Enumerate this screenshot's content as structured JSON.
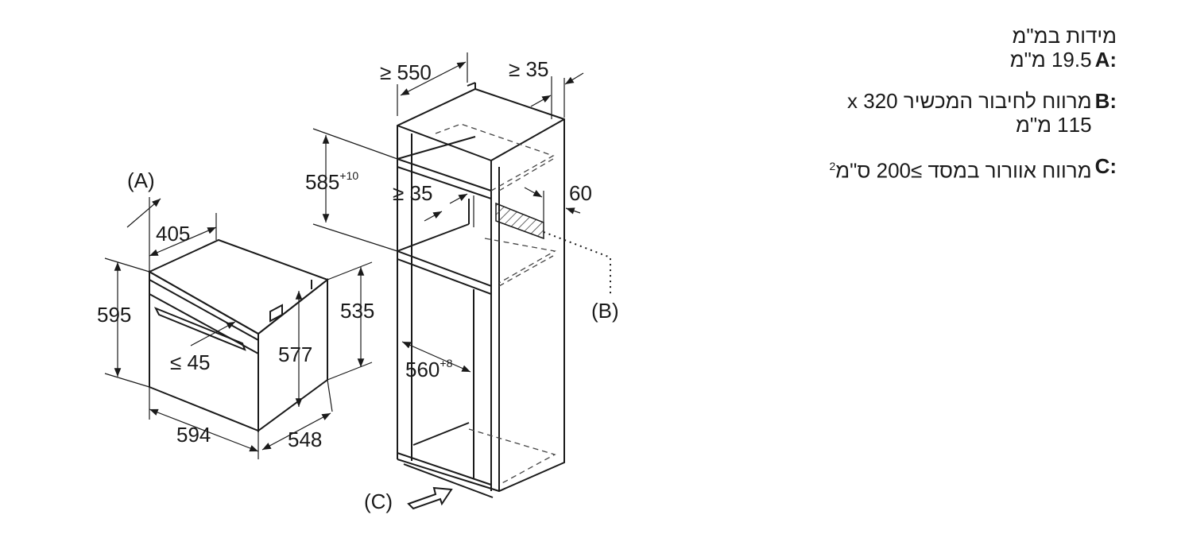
{
  "legend": {
    "heading": "מידות במ\"מ",
    "a_key": "A:",
    "a_text": "19.5 מ\"מ",
    "b_key": "B:",
    "b_text_1": "מרווח לחיבור המכשיר  320 x",
    "b_text_2": "115 מ\"מ",
    "c_key": "C:",
    "c_text": "מרווח אוורור במסד ≥200 ס\"מ",
    "c_sup": "2"
  },
  "oven": {
    "callout_a": "(A)",
    "dim_405": "405",
    "dim_595": "595",
    "dim_45": "≤ 45",
    "dim_577": "577",
    "dim_535": "535",
    "dim_594": "594",
    "dim_548": "548"
  },
  "cabinet": {
    "dim_550": "≥ 550",
    "dim_35_top": "≥ 35",
    "dim_585": "585",
    "dim_585_tol": "+10",
    "dim_35_mid": "≥ 35",
    "dim_60": "60",
    "dim_560": "560",
    "dim_560_tol": "+8",
    "callout_b": "(B)",
    "callout_c": "(C)"
  }
}
